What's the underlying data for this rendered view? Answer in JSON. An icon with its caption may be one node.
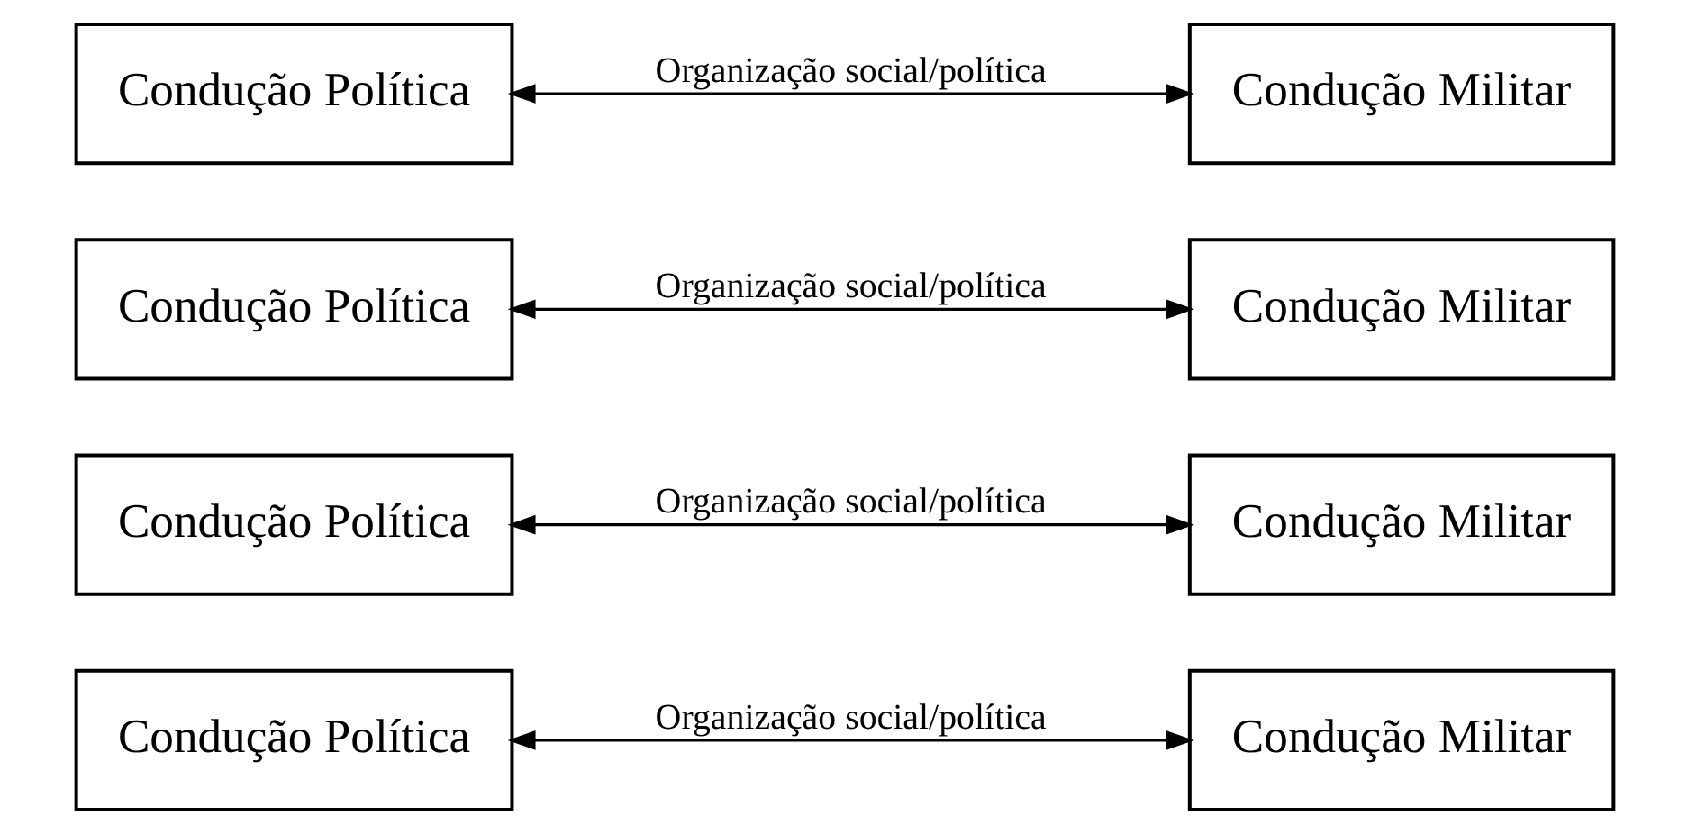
{
  "diagram": {
    "nodes": [
      {
        "text": [
          "Condução Política"
        ]
      },
      {
        "text": [
          "Condução Militar"
        ]
      },
      {
        "text": [
          "Condução Política"
        ]
      },
      {
        "text": [
          "Condução Militar"
        ]
      },
      {
        "text": [
          "Condução Política"
        ]
      },
      {
        "text": [
          "Condução Militar"
        ]
      },
      {
        "text": [
          "Condução Política"
        ]
      },
      {
        "text": [
          "Condução Militar"
        ]
      }
    ],
    "edges": [
      {
        "from": 0,
        "to": 1,
        "arrow": "both",
        "label": "Organização social/política"
      },
      {
        "from": 2,
        "to": 3,
        "arrow": "both",
        "label": "Organização social/política"
      },
      {
        "from": 4,
        "to": 5,
        "arrow": "both",
        "label": "Organização social/política"
      },
      {
        "from": 6,
        "to": 7,
        "arrow": "both",
        "label": "Organização social/política"
      }
    ]
  }
}
